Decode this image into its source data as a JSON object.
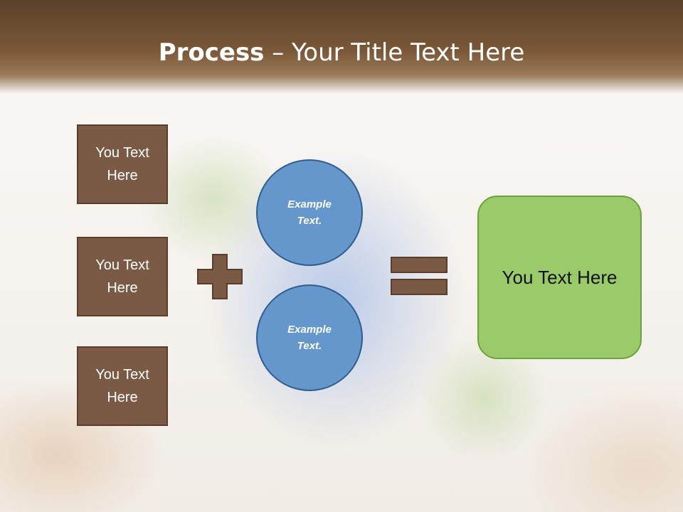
{
  "slide": {
    "title_bold": "Process",
    "title_rest": " – Your Title Text Here",
    "inputs": [
      "You Text Here",
      "You Text Here",
      "You Text Here"
    ],
    "circles": [
      "Example Text.",
      "Example Text."
    ],
    "result": "You Text Here"
  },
  "colors": {
    "header": "#6e4f32",
    "box_fill": "#7a5a44",
    "circle_fill": "#6596cc",
    "result_fill": "#9aca6a",
    "operator_fill": "#7a5a44"
  },
  "icons": [
    "plus-icon",
    "equals-icon"
  ]
}
